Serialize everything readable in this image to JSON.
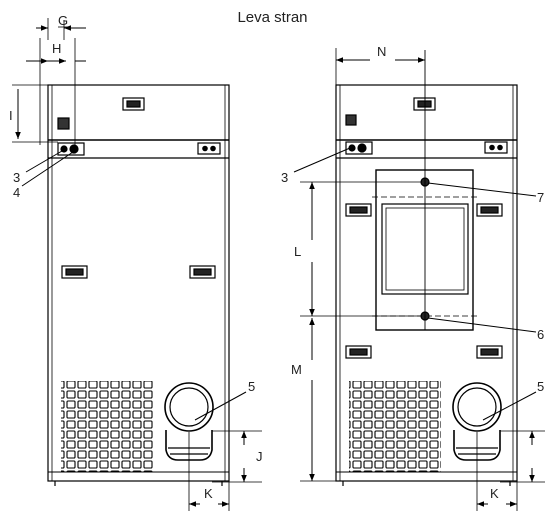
{
  "title": "Leva stran",
  "labels": {
    "G": "G",
    "H": "H",
    "I": "I",
    "J": "J",
    "K": "K",
    "L": "L",
    "M": "M",
    "N": "N",
    "n3": "3",
    "n4": "4",
    "n5": "5",
    "n6": "6",
    "n7": "7"
  }
}
